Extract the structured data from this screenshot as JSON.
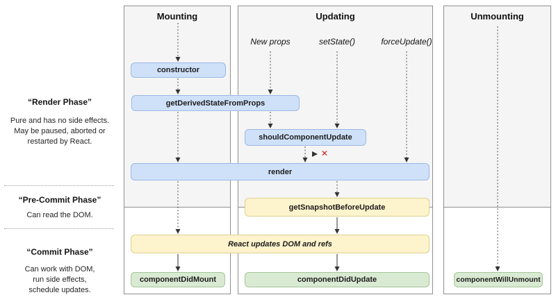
{
  "columns": [
    {
      "label": "Mounting"
    },
    {
      "label": "Updating"
    },
    {
      "label": "Unmounting"
    }
  ],
  "triggers": [
    {
      "label": "New props"
    },
    {
      "label": "setState()"
    },
    {
      "label": "forceUpdate()"
    }
  ],
  "side_phases": [
    {
      "title": "“Render Phase”",
      "lines": [
        "Pure and has no side effects.",
        "May be paused, aborted or",
        "restarted by React."
      ]
    },
    {
      "title": "“Pre-Commit Phase”",
      "lines": [
        "Can read the DOM."
      ]
    },
    {
      "title": "“Commit Phase”",
      "lines": [
        "Can work with DOM,",
        "run side effects,",
        "schedule updates."
      ]
    }
  ],
  "boxes": {
    "constructor": "constructor",
    "get_derived_state_from_props": "getDerivedStateFromProps",
    "should_component_update": "shouldComponentUpdate",
    "render": "render",
    "get_snapshot_before_update": "getSnapshotBeforeUpdate",
    "react_updates_dom": "React updates DOM and refs",
    "component_did_mount": "componentDidMount",
    "component_did_update": "componentDidUpdate",
    "component_will_unmount": "componentWillUnmount"
  },
  "marks": {
    "cancel_x": "✕"
  },
  "colors": {
    "blue_fill": "#cfe1f8",
    "blue_border": "#9ab8e6",
    "yellow_fill": "#fdf3cc",
    "yellow_border": "#e0cf8e",
    "green_fill": "#d9ead3",
    "green_border": "#a5c598",
    "column_bg": "#f5f5f5",
    "column_border": "#8f8f8f",
    "cancel_red": "#d21f1f"
  }
}
